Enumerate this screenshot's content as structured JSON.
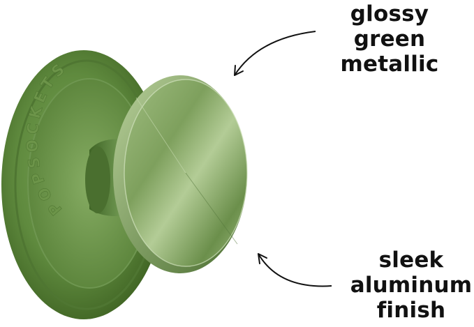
{
  "callouts": {
    "top": {
      "lines": [
        "glossy",
        "green",
        "metallic"
      ]
    },
    "bottom": {
      "lines": [
        "sleek",
        "aluminum",
        "finish"
      ]
    }
  },
  "base_text": "POPSOCKETS",
  "colors": {
    "background": "#ffffff",
    "text": "#111111",
    "base_green": "#5f8a3e",
    "base_dark": "#3e6222",
    "cap_light": "#a9c48a",
    "cap_dark": "#55783a"
  },
  "icons": [
    "curved-arrow-icon",
    "curved-arrow-icon"
  ]
}
